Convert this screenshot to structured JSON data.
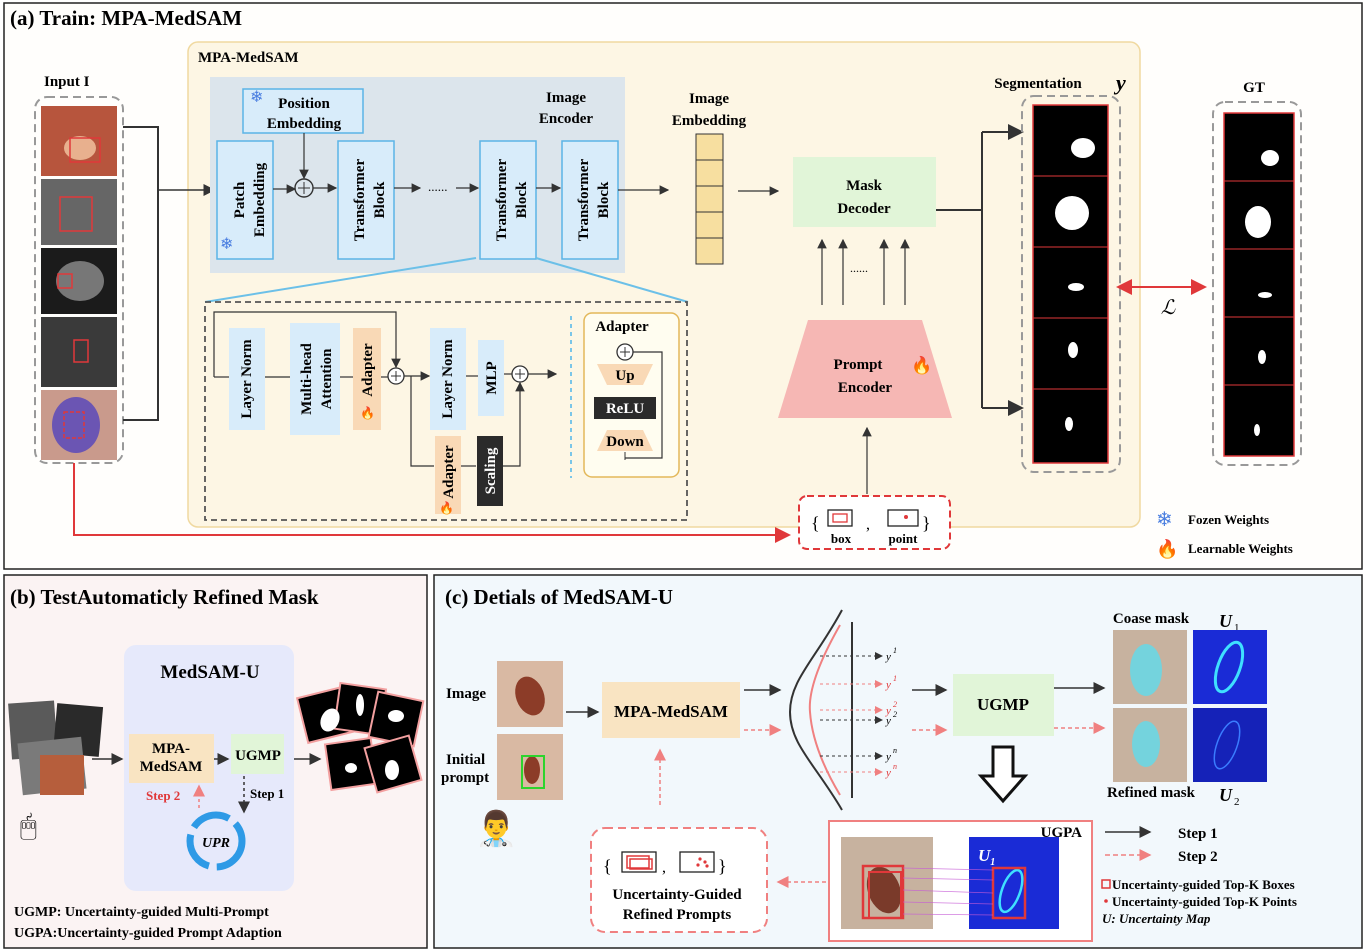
{
  "panel_a": {
    "title": "(a) Train: MPA-MedSAM",
    "inner_title": "MPA-MedSAM",
    "input_label": "Input I",
    "position_embedding": [
      "Position",
      "Embedding"
    ],
    "image_encoder": [
      "Image",
      "Encoder"
    ],
    "patch_embedding": [
      "Patch",
      "Embedding"
    ],
    "transformer_block": [
      "Transformer",
      "Block"
    ],
    "image_embedding": [
      "Image",
      "Embedding"
    ],
    "mask_decoder": [
      "Mask",
      "Decoder"
    ],
    "prompt_encoder": [
      "Prompt",
      "Encoder"
    ],
    "segmentation_label": "Segmentation",
    "segmentation_symbol": "y",
    "gt_label": "GT",
    "loss_symbol": "ℒ",
    "layer_norm": "Layer Norm",
    "multihead": [
      "Multi-head",
      "Attention"
    ],
    "adapter": "Adapter",
    "mlp": "MLP",
    "scaling": "Scaling",
    "adapter_title": "Adapter",
    "up": "Up",
    "relu": "ReLU",
    "down": "Down",
    "box": "box",
    "point": "point",
    "legend_frozen": "Fozen Weights",
    "legend_learnable": "Learnable Weights",
    "dots": "......"
  },
  "panel_b": {
    "title": "(b) TestAutomaticly  Refined Mask",
    "medsam_u": "MedSAM-U",
    "mpa_medsam": [
      "MPA-",
      "MedSAM"
    ],
    "ugmp": "UGMP",
    "upr": "UPR",
    "step1": "Step 1",
    "step2": "Step 2",
    "def1": "UGMP:  Uncertainty-guided Multi-Prompt",
    "def2": "UGPA:Uncertainty-guided Prompt Adaption"
  },
  "panel_c": {
    "title": "(c) Detials of MedSAM-U",
    "image": "Image",
    "initial_prompt": [
      "Initial",
      "prompt"
    ],
    "mpa_medsam": "MPA-MedSAM",
    "ugmp": "UGMP",
    "ugpa": "UGPA",
    "coarse_mask": "Coase mask",
    "refined_mask": "Refined mask",
    "u1": "U",
    "u2": "U",
    "y_labels": [
      "y",
      "y",
      "y",
      "y",
      "y",
      "y"
    ],
    "y_sups": [
      "1",
      "1",
      "2",
      "2",
      "n",
      "n"
    ],
    "refined_prompts": [
      "Uncertainty-Guided",
      "Refined Prompts"
    ],
    "step1": "Step 1",
    "step2": "Step 2",
    "legend_box": "Uncertainty-guided Top-K Boxes",
    "legend_point": "Uncertainty-guided Top-K Points",
    "legend_u": "U: Uncertainty Map"
  },
  "colors": {
    "encoder_bg": "#dce5ec",
    "blue_block": "#d8ecfa",
    "block_border": "#5bb4e6",
    "inner_bg": "#fdf6e4",
    "decoder_green": "#e1f5d8",
    "prompt_pink": "#f6b7b4",
    "adapter_orange": "#f9d9b6",
    "red": "#e0383a",
    "panel_b_bg": "#fbf3f3",
    "panel_c_bg": "#f2f8fc",
    "medsam_u_bg": "#e6e9fb"
  }
}
